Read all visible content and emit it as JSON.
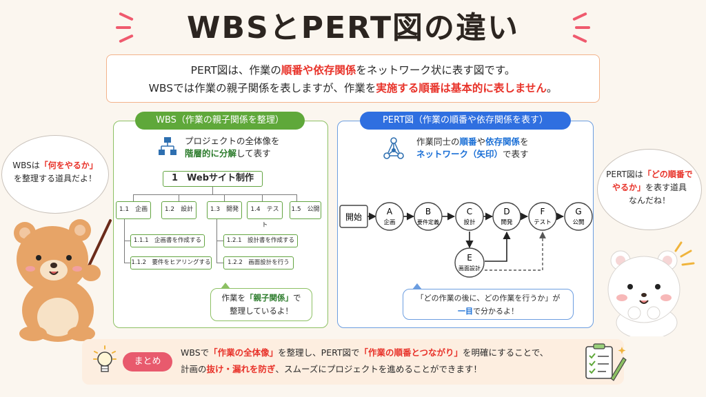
{
  "title": "WBSとPERT図の違い",
  "intro": {
    "line1": [
      "PERT図は、作業の",
      "順番や依存関係",
      "をネットワーク状に表す図です。"
    ],
    "line2": [
      "WBSでは作業の親子関係を表しますが、作業を",
      "実施する順番は基本的に表しません",
      "。"
    ]
  },
  "wbs": {
    "pill": "WBS（作業の親子関係を整理）",
    "sub1": "プロジェクトの全体像を",
    "sub2_hl": "階層的に分解",
    "sub2_rest": "して表す",
    "root": "1　Webサイト制作",
    "children": [
      "1.1　企画",
      "1.2　設計",
      "1.3　開発",
      "1.4　テスト",
      "1.5　公開"
    ],
    "grand": [
      "1.1.1　企画書を作成する",
      "1.1.2　要件をヒアリングする",
      "1.2.1　設計書を作成する",
      "1.2.2　画面設計を行う"
    ],
    "callout": [
      "作業を",
      "「親子関係」",
      "で",
      "整理しているよ！"
    ]
  },
  "pert": {
    "pill": "PERT図（作業の順番や依存関係を表す）",
    "sub1_pre": "作業同士の",
    "sub1_hl1": "順番",
    "sub1_mid": "や",
    "sub1_hl2": "依存関係",
    "sub1_post": "を",
    "sub2_hl": "ネットワーク（矢印）",
    "sub2_rest": "で表す",
    "start": "開始",
    "nodes": [
      {
        "id": "A",
        "name": "企画"
      },
      {
        "id": "B",
        "name": "要件定義"
      },
      {
        "id": "C",
        "name": "設計"
      },
      {
        "id": "D",
        "name": "開発"
      },
      {
        "id": "F",
        "name": "テスト"
      },
      {
        "id": "G",
        "name": "公開"
      },
      {
        "id": "E",
        "name": "画面設計"
      }
    ],
    "callout1": "「どの作業の後に、どの作業を行うか」が",
    "callout2_hl": "一目",
    "callout2_rest": "で分かるよ！"
  },
  "bear_left_bubble": [
    "WBSは",
    "「何をやるか」",
    "を整理する道具だよ！"
  ],
  "bear_right_bubble": [
    "PERT図は",
    "「どの順番で",
    "やるか」",
    "を表す道具",
    "なんだね！"
  ],
  "summary": {
    "tag": "まとめ",
    "p1": "WBSで",
    "p2": "「作業の全体像」",
    "p3": "を整理し、PERT図で",
    "p4": "「作業の順番とつながり」",
    "p5": "を明確にすることで、",
    "p6": "計画の",
    "p7": "抜け・漏れを防ぎ",
    "p8": "、スムーズにプロジェクトを進めることができます！"
  },
  "colors": {
    "red": "#e8332a",
    "green": "#5fa83a",
    "blue": "#2f6fe0",
    "tag": "#e85a6d"
  }
}
